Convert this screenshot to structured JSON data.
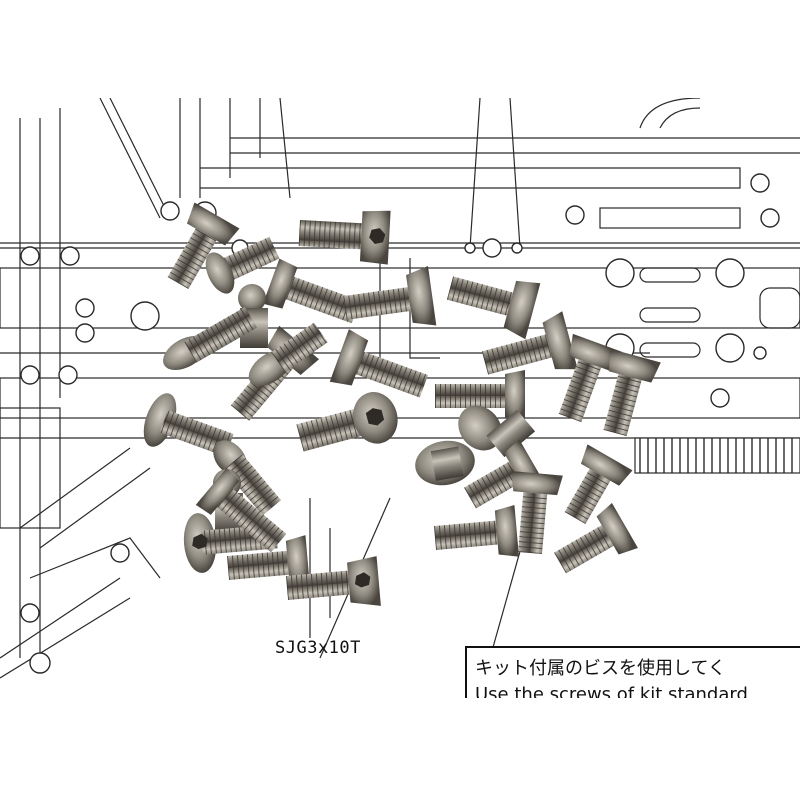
{
  "photo": {
    "subject": "titanium countersunk hex screws on assembly manual",
    "part_label": "SJG3x10T",
    "notice_jp": "キット付属のビスを使用してく",
    "notice_en": "Use the screws of kit standard"
  },
  "colors": {
    "background": "#ffffff",
    "diagram_line": "#2a2a2a",
    "screw_base": "#8a857c",
    "screw_light": "#c9c4ba",
    "screw_dark": "#4a463f"
  }
}
